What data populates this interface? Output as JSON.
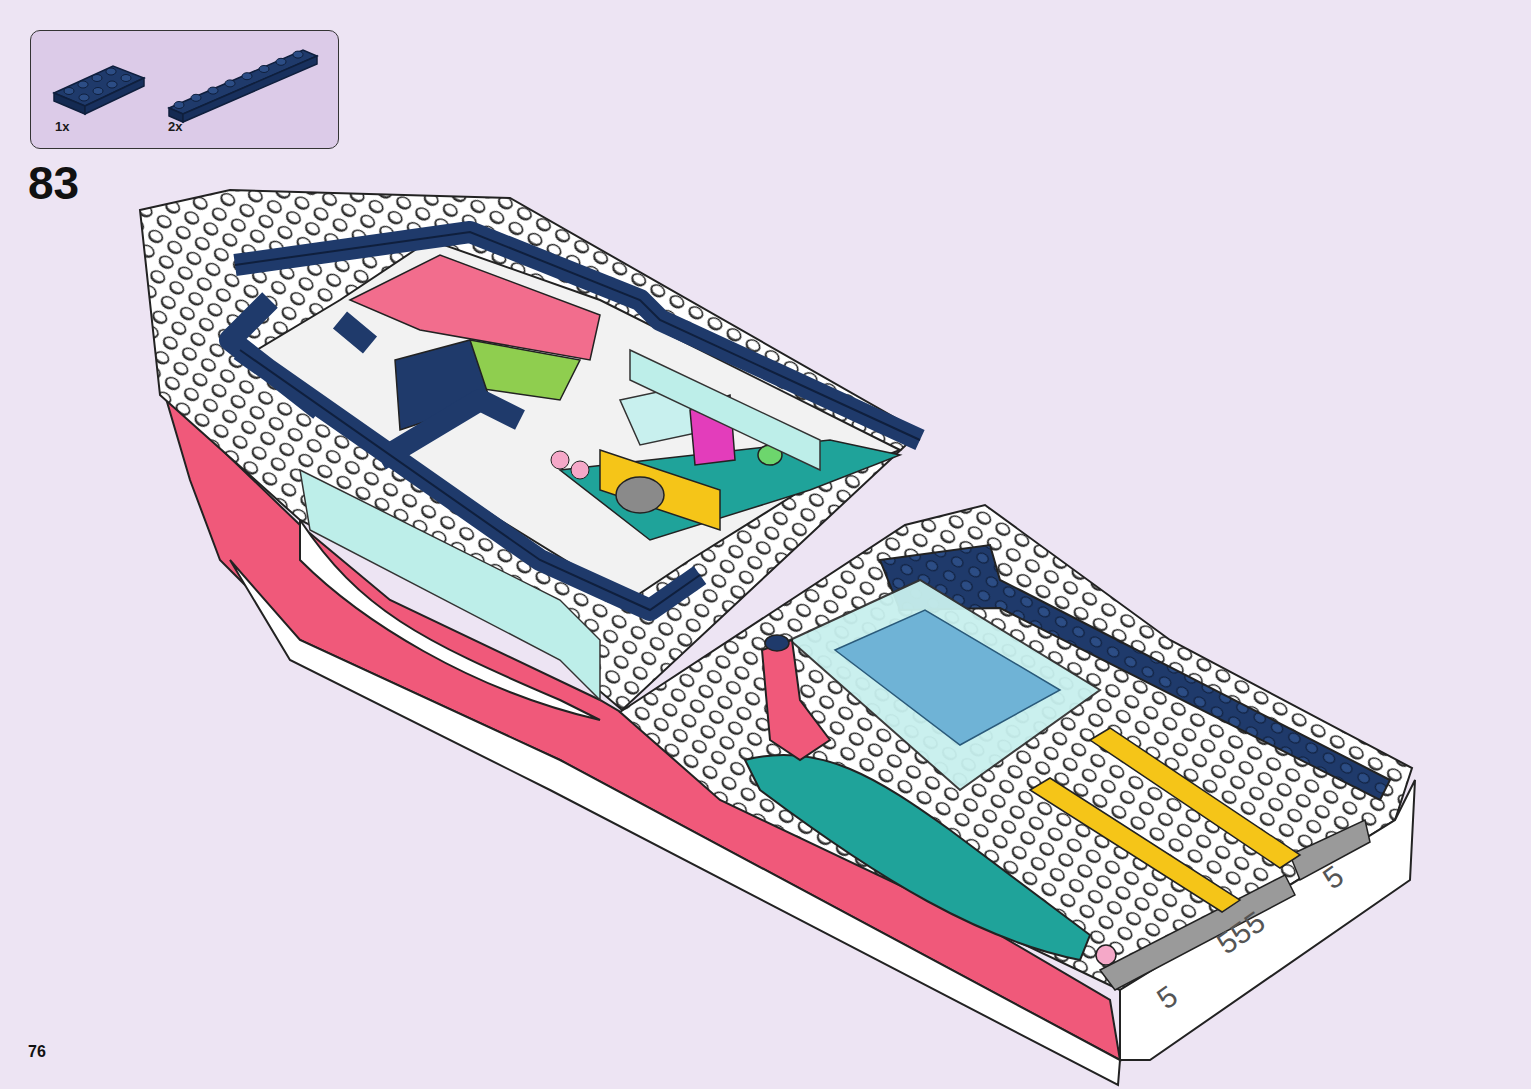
{
  "diagram": {
    "nodes": [
      {
        "text": [
          "1x",
          "2x"
        ]
      }
    ],
    "labels": [
      "83",
      "76",
      "5",
      "555",
      "5"
    ]
  }
}
